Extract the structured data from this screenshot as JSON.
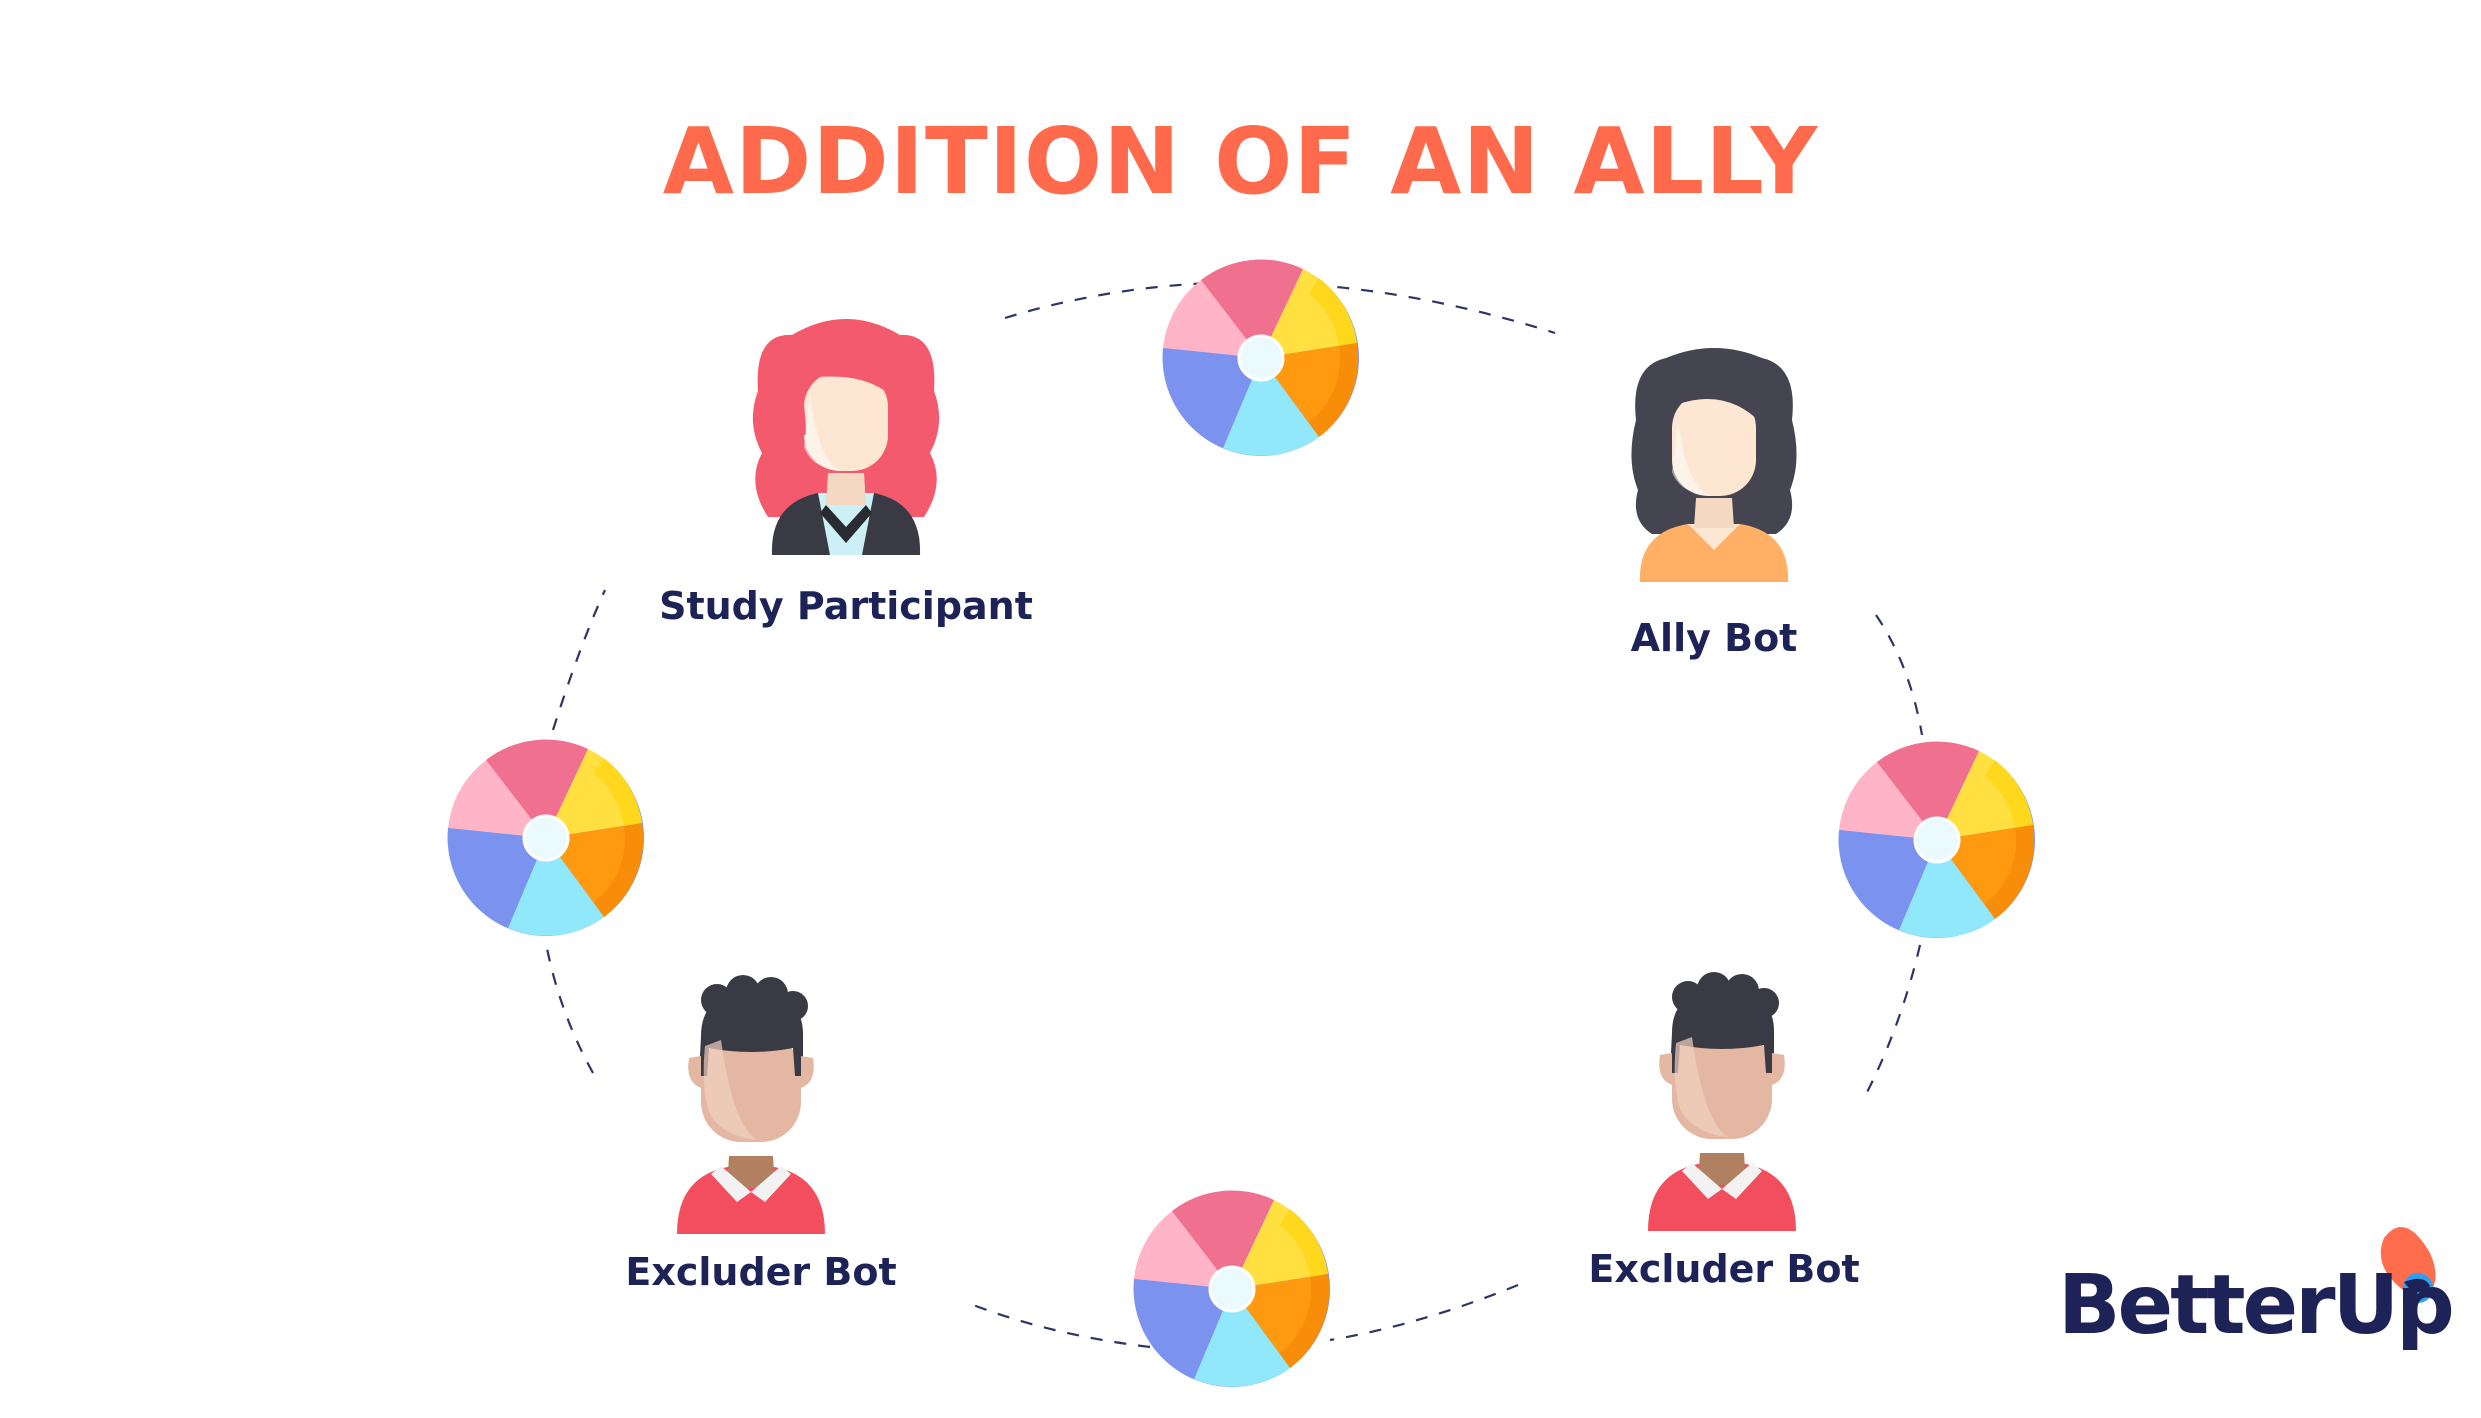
{
  "title": "ADDITION OF AN ALLY",
  "colors": {
    "title": "#ff6a4c",
    "label": "#1d2356",
    "dashed_ring": "#2e3566",
    "logo_text": "#1d2356",
    "logo_drop_orange": "#ff6d4d",
    "logo_drop_blue": "#2f9ff5"
  },
  "participants": [
    {
      "label": "Study Participant",
      "avatar_icon": "red-haired-woman-icon"
    },
    {
      "label": "Ally Bot",
      "avatar_icon": "dark-haired-woman-icon"
    },
    {
      "label": "Excluder Bot",
      "avatar_icon": "man-red-shirt-icon"
    },
    {
      "label": "Excluder Bot",
      "avatar_icon": "man-red-shirt-icon"
    }
  ],
  "balls": {
    "count": 4,
    "icon": "beach-ball-icon"
  },
  "brand": {
    "name": "BetterUp"
  }
}
